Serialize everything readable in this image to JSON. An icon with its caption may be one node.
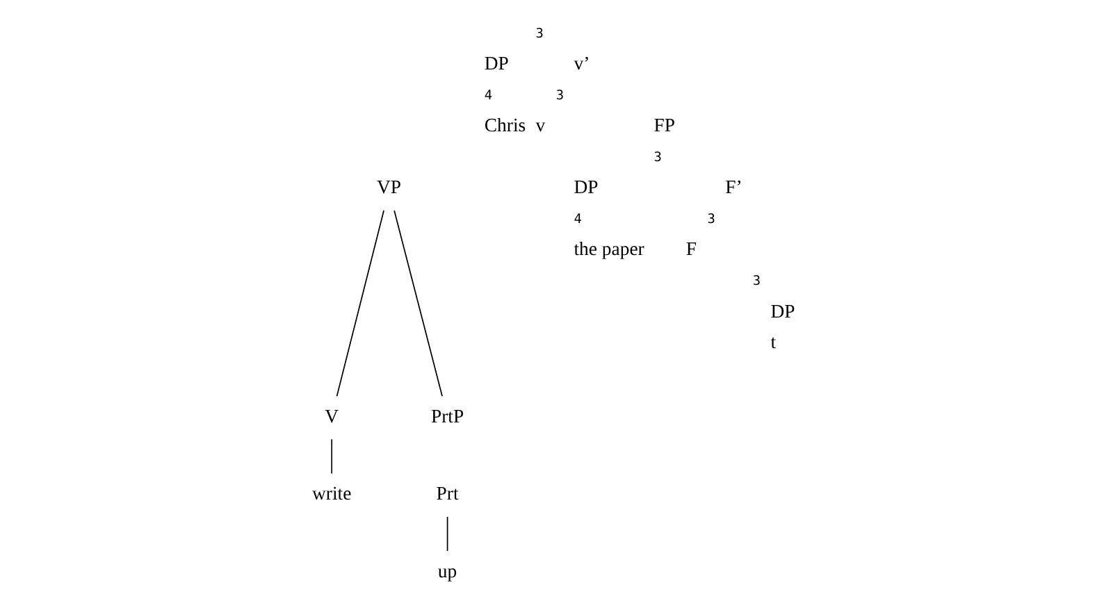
{
  "diagram": {
    "nodes": [
      {
        "text": [
          "VP"
        ]
      },
      {
        "text": [
          "V"
        ]
      },
      {
        "text": [
          "PrtP"
        ]
      },
      {
        "text": [
          "write"
        ]
      },
      {
        "text": [
          "Prt"
        ]
      },
      {
        "text": [
          "up"
        ]
      }
    ],
    "edges": [
      {
        "from": 0,
        "to": 1,
        "arrow": "none"
      },
      {
        "from": 0,
        "to": 2,
        "arrow": "none"
      },
      {
        "from": 1,
        "to": 3,
        "arrow": "none"
      },
      {
        "from": 4,
        "to": 5,
        "arrow": "none"
      }
    ],
    "labels": [
      "3",
      "DP",
      "v’",
      "4",
      "3",
      "Chris",
      "v",
      "FP",
      "3",
      "DP",
      "F’",
      "4",
      "3",
      "the paper",
      "F",
      "3",
      "DP",
      "t"
    ]
  }
}
